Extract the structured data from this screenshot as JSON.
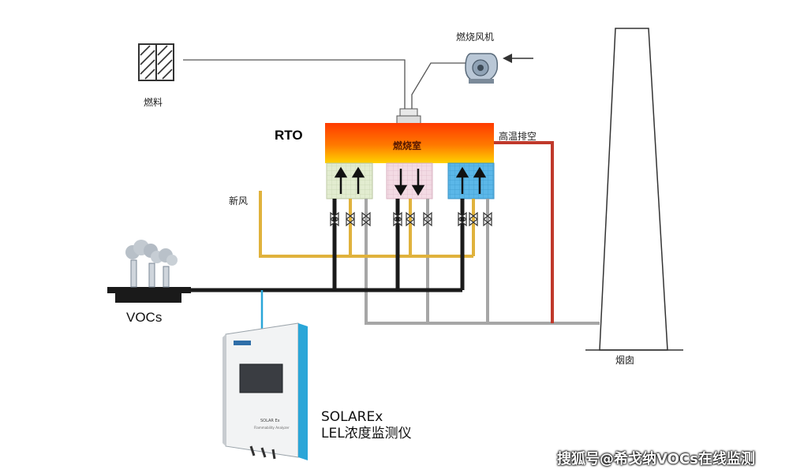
{
  "labels": {
    "fan": "燃烧风机",
    "fuel": "燃料",
    "rto": "RTO",
    "combustion_chamber": "燃烧室",
    "high_temp_exhaust": "高温排空",
    "fresh_air": "新风",
    "vocs": "VOCs",
    "chimney": "烟囱",
    "device_line1": "SOLAREx",
    "device_line2": "LEL浓度监测仪",
    "device_panel_name": "SOLAR Ex",
    "device_panel_sub": "Flammability Analyzer",
    "watermark": "搜狐号@希戈纳VOCs在线监测"
  },
  "regenerator_beds": [
    {
      "flow": "up"
    },
    {
      "flow": "down"
    },
    {
      "flow": "up"
    }
  ],
  "colors": {
    "black_duct": "#1a1a1a",
    "gold_duct": "#e0b23c",
    "gray_duct": "#a6a6a6",
    "red_duct": "#c0392b",
    "device_accent": "#2aa6d8",
    "bed1": "#e2ecd0",
    "bed2": "#f3dbe4",
    "bed3": "#5bb7e8"
  }
}
